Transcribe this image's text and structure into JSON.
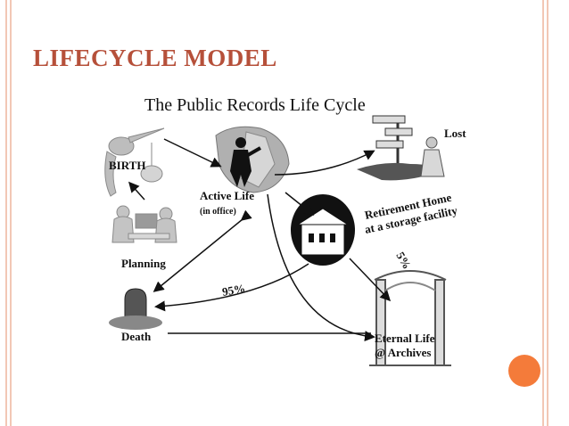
{
  "slide": {
    "title": "LIFECYCLE MODEL",
    "colors": {
      "title": "#b6503a",
      "border": "#f2c7b5",
      "accent_dot": "#f47b3a"
    }
  },
  "diagram": {
    "title": "The Public Records Life Cycle",
    "labels": {
      "birth": "BIRTH",
      "planning": "Planning",
      "active_life": "Active Life",
      "in_office": "(in office)",
      "lost": "Lost",
      "retirement_1": "Retirement Home",
      "retirement_2": "at a storage facility",
      "death": "Death",
      "eternal_1": "Eternal Life",
      "eternal_2": "@ Archives",
      "pct_95": "95%",
      "pct_5": "5%"
    },
    "icons": [
      "stork-baby-icon",
      "planning-people-icon",
      "businessman-icon",
      "lost-signpost-icon",
      "storage-building-icon",
      "tombstone-icon",
      "archive-gate-icon"
    ]
  }
}
